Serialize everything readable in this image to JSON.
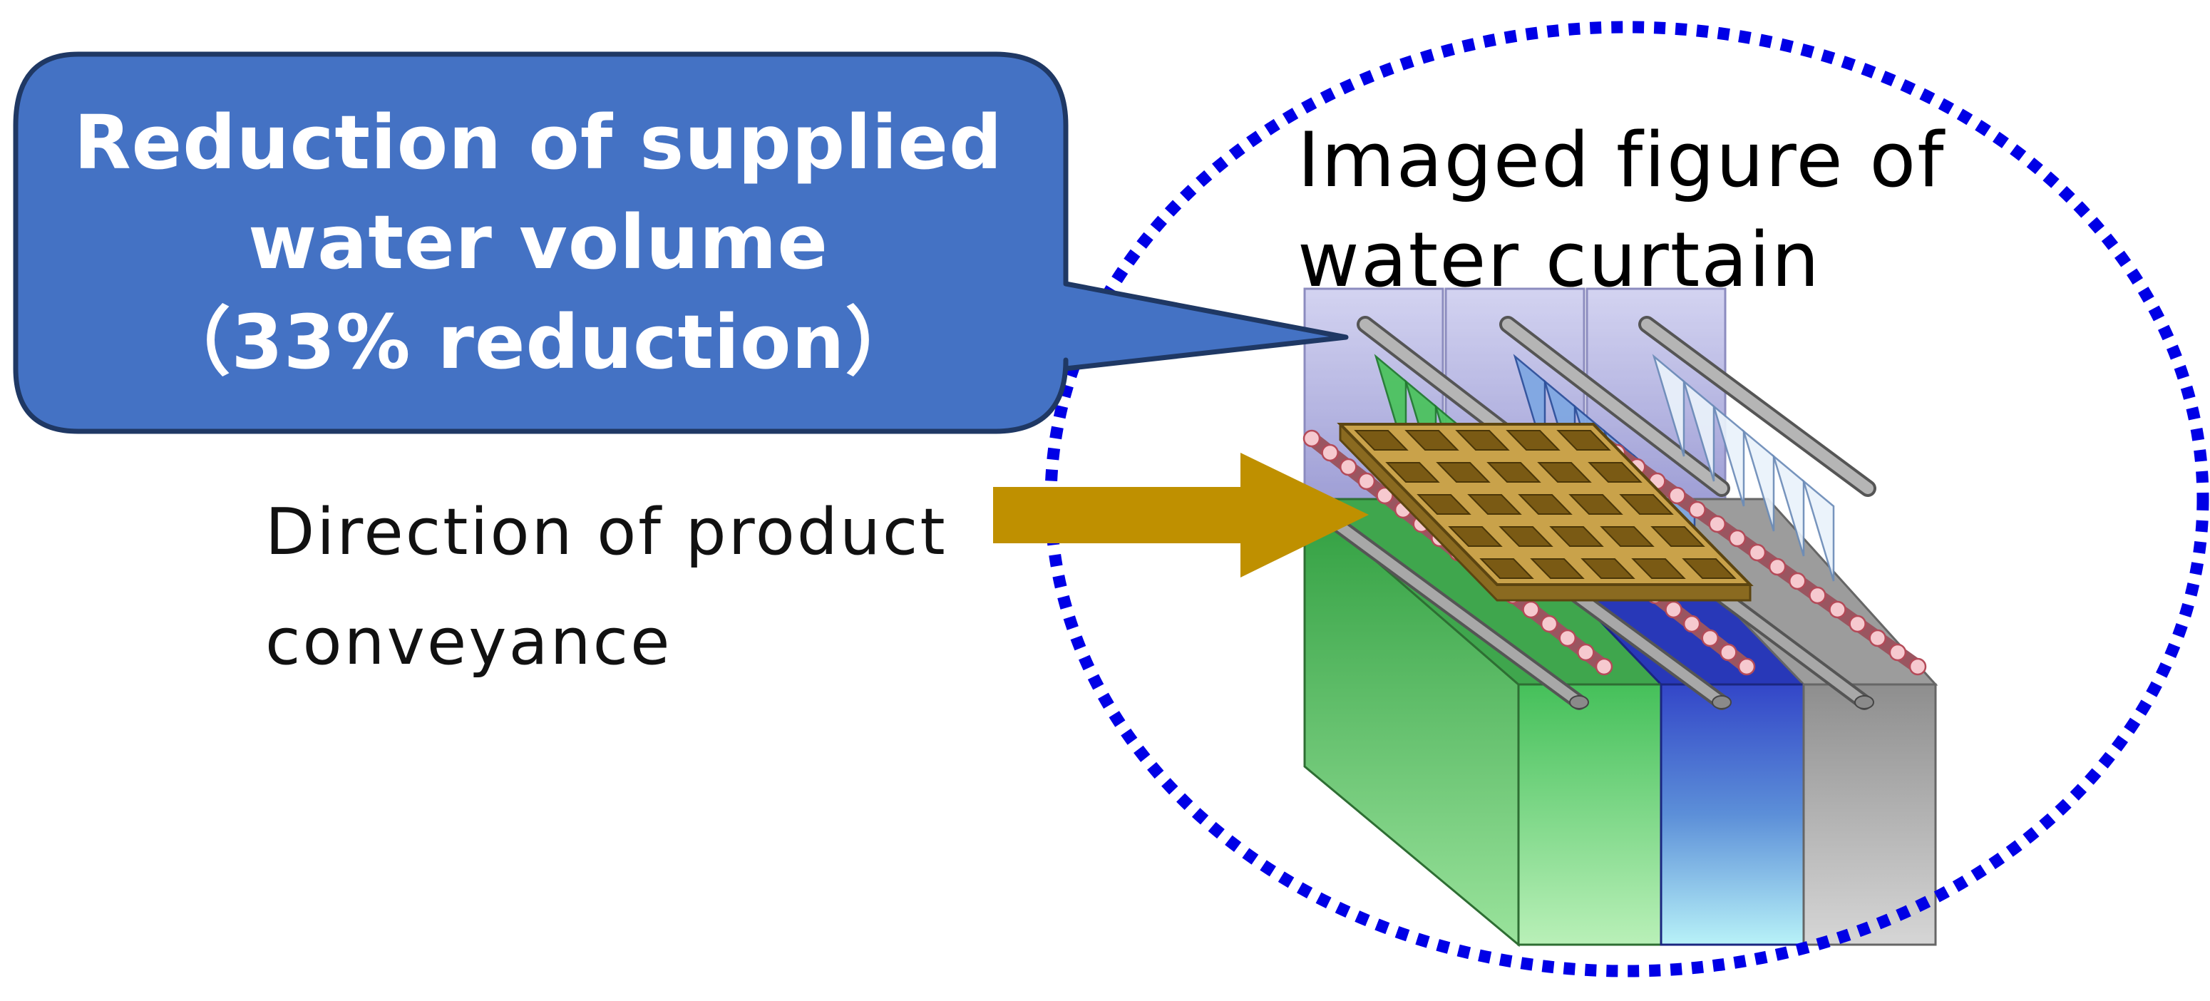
{
  "callout": {
    "lines": [
      "Reduction of supplied",
      "water volume",
      "（33% reduction）"
    ],
    "fill_color": "#4472C4",
    "border_color": "#1F3864"
  },
  "conveyance": {
    "lines": [
      "Direction of product",
      "conveyance"
    ],
    "arrow_color": "#BF9000"
  },
  "curtain": {
    "lines": [
      "Imaged figure of",
      "water curtain"
    ],
    "ellipse_style": "dotted",
    "ellipse_color": "#0000E6"
  },
  "illustration": {
    "sections": [
      "green",
      "blue",
      "gray"
    ],
    "section_colors": [
      "#3DBB4F",
      "#3355CC",
      "#A6A6A6"
    ],
    "tray_color": "#C9A24A"
  }
}
